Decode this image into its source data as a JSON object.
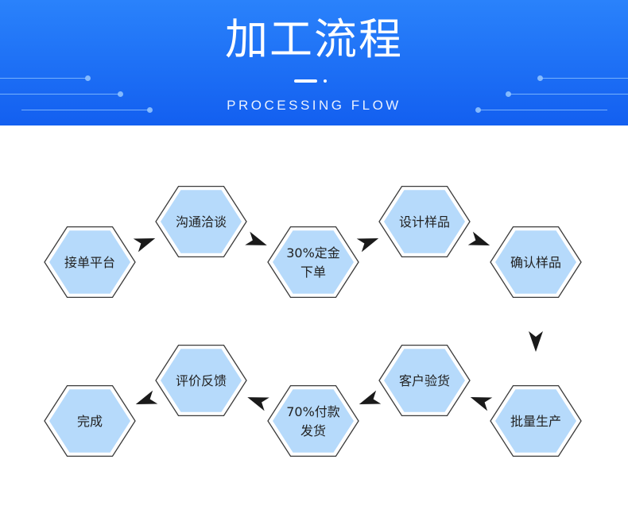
{
  "header": {
    "title": "加工流程",
    "subtitle": "PROCESSING FLOW"
  },
  "colors": {
    "banner_top": "#2a82fb",
    "banner_bottom": "#135ff0",
    "hex_fill": "#b6dafb",
    "hex_outline": "#3a3a3a",
    "arrow": "#1a1a1a",
    "text": "#222222"
  },
  "steps": [
    {
      "id": "step-1",
      "lines": [
        "接单平台"
      ]
    },
    {
      "id": "step-2",
      "lines": [
        "沟通洽谈"
      ]
    },
    {
      "id": "step-3",
      "lines": [
        "30%定金",
        "下单"
      ]
    },
    {
      "id": "step-4",
      "lines": [
        "设计样品"
      ]
    },
    {
      "id": "step-5",
      "lines": [
        "确认样品"
      ]
    },
    {
      "id": "step-6",
      "lines": [
        "批量生产"
      ]
    },
    {
      "id": "step-7",
      "lines": [
        "客户验货"
      ]
    },
    {
      "id": "step-8",
      "lines": [
        "70%付款",
        "发货"
      ]
    },
    {
      "id": "step-9",
      "lines": [
        "评价反馈"
      ]
    },
    {
      "id": "step-10",
      "lines": [
        "完成"
      ]
    }
  ],
  "connections": [
    {
      "from": "step-1",
      "to": "step-2"
    },
    {
      "from": "step-2",
      "to": "step-3"
    },
    {
      "from": "step-3",
      "to": "step-4"
    },
    {
      "from": "step-4",
      "to": "step-5"
    },
    {
      "from": "step-5",
      "to": "step-6"
    },
    {
      "from": "step-6",
      "to": "step-7"
    },
    {
      "from": "step-7",
      "to": "step-8"
    },
    {
      "from": "step-8",
      "to": "step-9"
    },
    {
      "from": "step-9",
      "to": "step-10"
    }
  ]
}
